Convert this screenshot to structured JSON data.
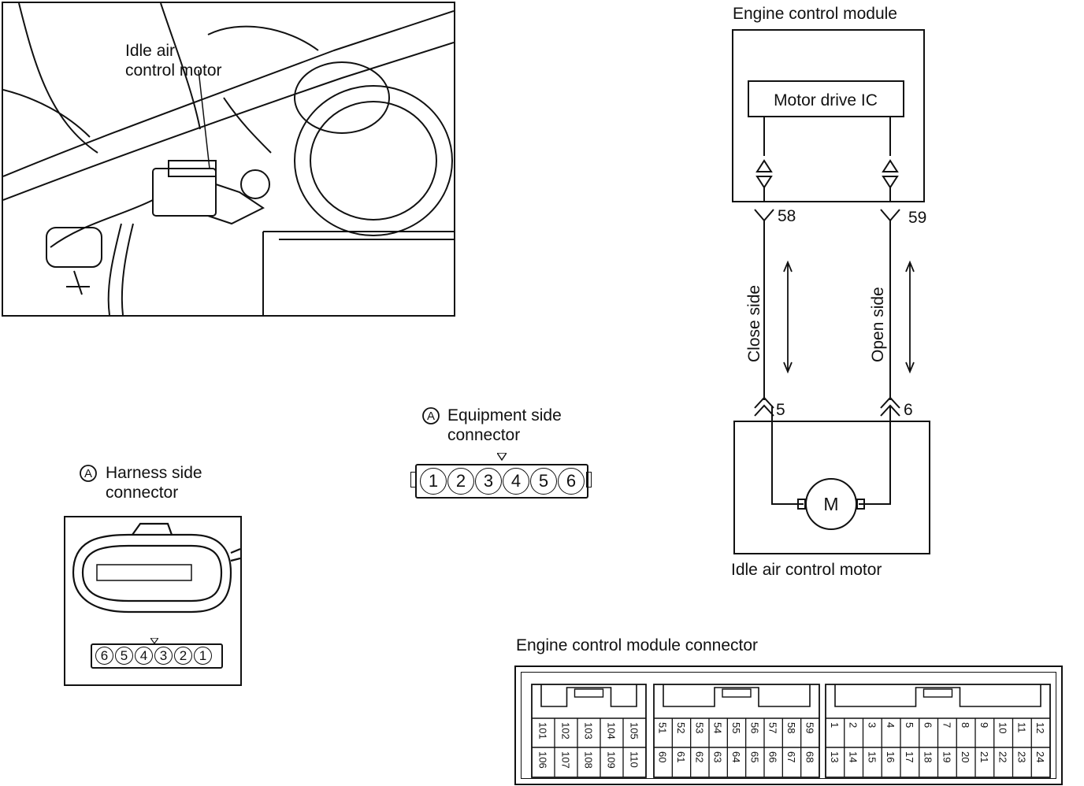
{
  "photo": {
    "label": "Idle air\ncontrol motor"
  },
  "harness": {
    "marker": "A",
    "title": "Harness side\nconnector",
    "pins": [
      "6",
      "5",
      "4",
      "3",
      "2",
      "1"
    ]
  },
  "equipment": {
    "marker": "A",
    "title": "Equipment side\nconnector",
    "pins": [
      "1",
      "2",
      "3",
      "4",
      "5",
      "6"
    ]
  },
  "schematic": {
    "ecm_title": "Engine control module",
    "ic_label": "Motor drive IC",
    "terminals": {
      "left": "58",
      "right": "59",
      "motor_left": "5",
      "motor_right": "6"
    },
    "close_side": "Close side",
    "open_side": "Open side",
    "motor_symbol": "M",
    "motor_title": "Idle air control motor"
  },
  "ecm_connector": {
    "title": "Engine control module connector",
    "left_top": [
      "101",
      "102",
      "103",
      "104",
      "105"
    ],
    "left_bottom": [
      "106",
      "107",
      "108",
      "109",
      "110"
    ],
    "mid_top": [
      "51",
      "52",
      "53",
      "54",
      "55",
      "56",
      "57",
      "58",
      "59"
    ],
    "mid_bottom": [
      "60",
      "61",
      "62",
      "63",
      "64",
      "65",
      "66",
      "67",
      "68"
    ],
    "right_top": [
      "1",
      "2",
      "3",
      "4",
      "5",
      "6",
      "7",
      "8",
      "9",
      "10",
      "11",
      "12"
    ],
    "right_bottom": [
      "13",
      "14",
      "15",
      "16",
      "17",
      "18",
      "19",
      "20",
      "21",
      "22",
      "23",
      "24"
    ]
  }
}
